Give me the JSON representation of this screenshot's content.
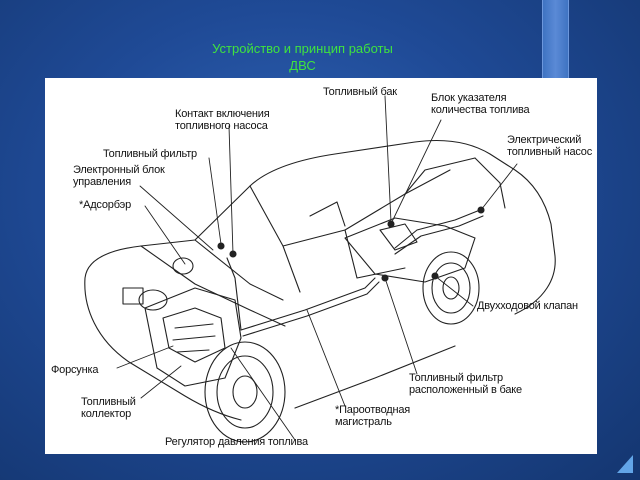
{
  "slide": {
    "title_line1": "Устройство и принцип работы",
    "title_line2": "ДВС"
  },
  "diagram": {
    "labels": {
      "fuel_tank": "Топливный бак",
      "gauge_unit_1": "Блок указателя",
      "gauge_unit_2": "количества топлива",
      "pump_switch_1": "Контакт включения",
      "pump_switch_2": "топливного насоса",
      "electric_pump_1": "Электрический",
      "electric_pump_2": "топливный насос",
      "fuel_filter": "Топливный фильтр",
      "ecu_1": "Электронный блок",
      "ecu_2": "управления",
      "adsorber": "*Адсорбэр",
      "two_way_valve": "Двухходовой клапан",
      "injector": "Форсунка",
      "tank_filter_1": "Топливный фильтр",
      "tank_filter_2": "расположенный в баке",
      "fuel_manifold_1": "Топливный",
      "fuel_manifold_2": "коллектор",
      "vapor_line_1": "*Пароотводная",
      "vapor_line_2": "магистраль",
      "pressure_regulator": "Регулятор давления топлива"
    }
  }
}
